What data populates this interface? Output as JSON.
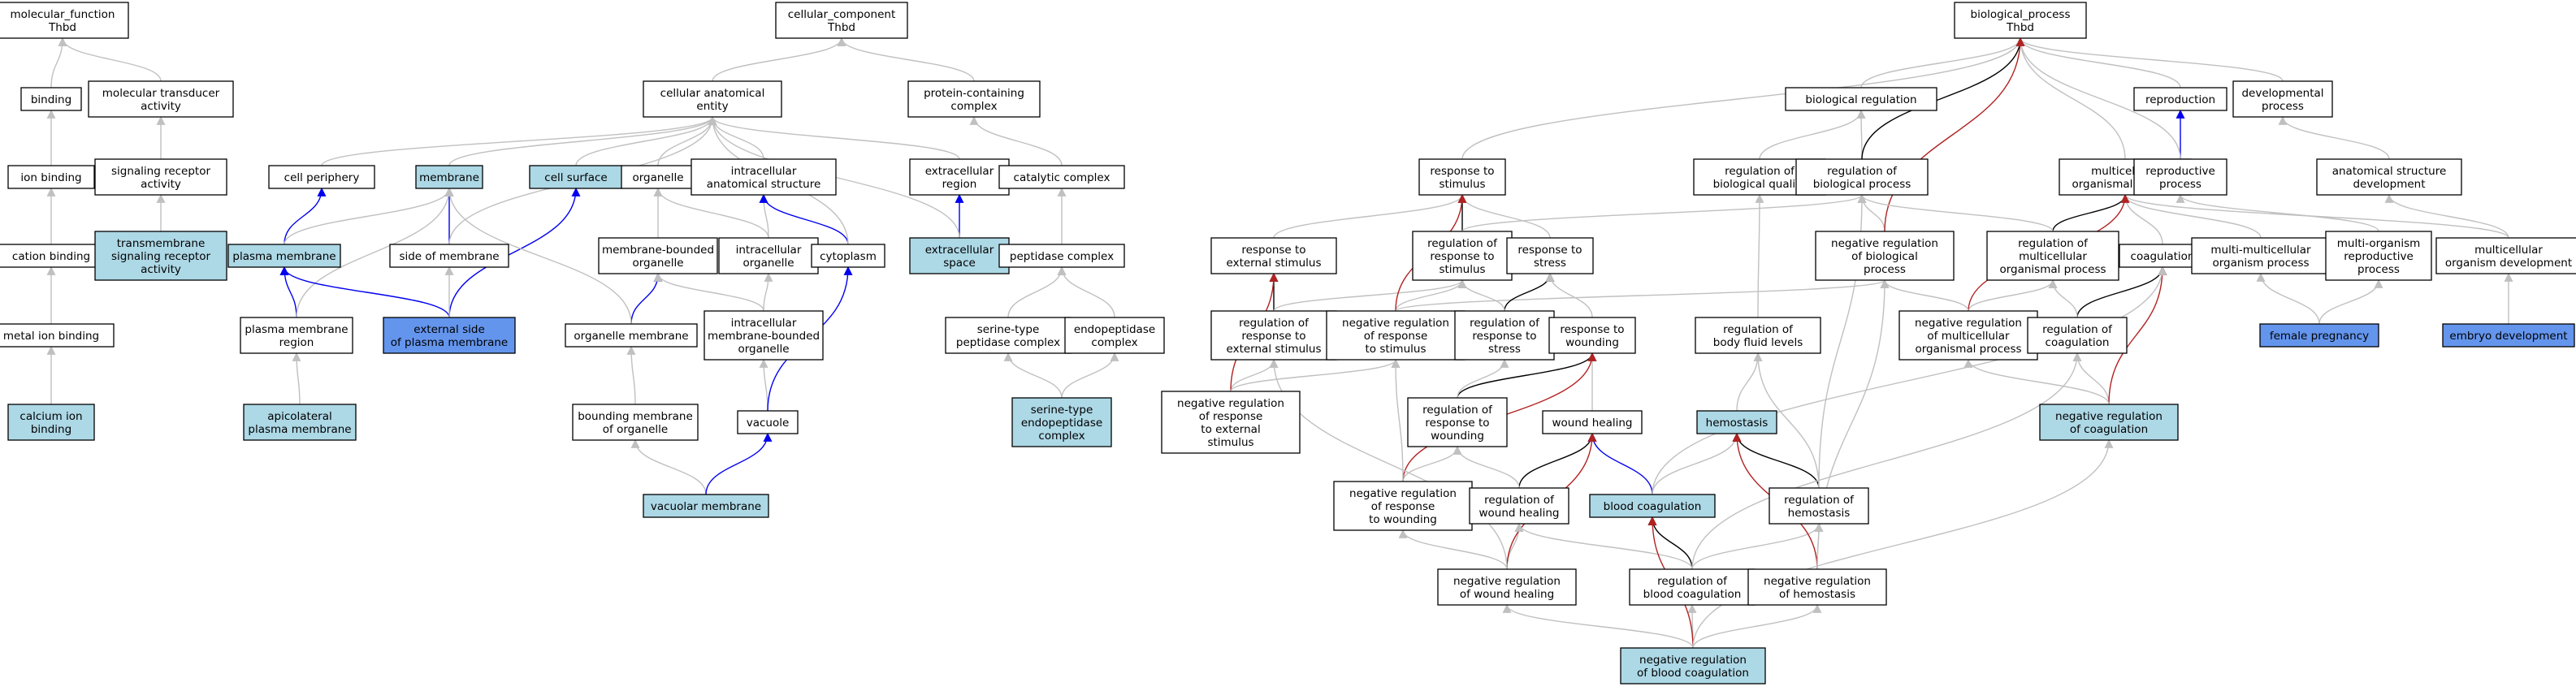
{
  "colors": {
    "plain": "#ffffff",
    "light": "#add8e6",
    "dark": "#6495ed",
    "is_a": "#c0c0c0",
    "part_of": "#0000ee",
    "regulates": "#000000",
    "neg_regulates": "#b22222"
  },
  "nodes": [
    {
      "id": "mf",
      "lines": [
        "molecular_function",
        "Thbd"
      ],
      "fill": "plain"
    },
    {
      "id": "binding",
      "lines": [
        "binding"
      ],
      "fill": "plain"
    },
    {
      "id": "mta",
      "lines": [
        "molecular transducer",
        "activity"
      ],
      "fill": "plain"
    },
    {
      "id": "ionb",
      "lines": [
        "ion binding"
      ],
      "fill": "plain"
    },
    {
      "id": "sra",
      "lines": [
        "signaling receptor",
        "activity"
      ],
      "fill": "plain"
    },
    {
      "id": "cationb",
      "lines": [
        "cation binding"
      ],
      "fill": "plain"
    },
    {
      "id": "tsra",
      "lines": [
        "transmembrane",
        "signaling receptor",
        "activity"
      ],
      "fill": "light"
    },
    {
      "id": "metalb",
      "lines": [
        "metal ion binding"
      ],
      "fill": "plain"
    },
    {
      "id": "calb",
      "lines": [
        "calcium ion",
        "binding"
      ],
      "fill": "light"
    },
    {
      "id": "cc",
      "lines": [
        "cellular_component",
        "Thbd"
      ],
      "fill": "plain"
    },
    {
      "id": "cae",
      "lines": [
        "cellular anatomical",
        "entity"
      ],
      "fill": "plain"
    },
    {
      "id": "pcc",
      "lines": [
        "protein-containing",
        "complex"
      ],
      "fill": "plain"
    },
    {
      "id": "cperiph",
      "lines": [
        "cell periphery"
      ],
      "fill": "plain"
    },
    {
      "id": "membrane",
      "lines": [
        "membrane"
      ],
      "fill": "light"
    },
    {
      "id": "csurf",
      "lines": [
        "cell surface"
      ],
      "fill": "light"
    },
    {
      "id": "organelle",
      "lines": [
        "organelle"
      ],
      "fill": "plain"
    },
    {
      "id": "ias",
      "lines": [
        "intracellular",
        "anatomical structure"
      ],
      "fill": "plain"
    },
    {
      "id": "exreg",
      "lines": [
        "extracellular",
        "region"
      ],
      "fill": "plain"
    },
    {
      "id": "catcx",
      "lines": [
        "catalytic complex"
      ],
      "fill": "plain"
    },
    {
      "id": "pm",
      "lines": [
        "plasma membrane"
      ],
      "fill": "light"
    },
    {
      "id": "som",
      "lines": [
        "side of membrane"
      ],
      "fill": "plain"
    },
    {
      "id": "mbo",
      "lines": [
        "membrane-bounded",
        "organelle"
      ],
      "fill": "plain"
    },
    {
      "id": "io",
      "lines": [
        "intracellular",
        "organelle"
      ],
      "fill": "plain"
    },
    {
      "id": "cyto",
      "lines": [
        "cytoplasm"
      ],
      "fill": "plain"
    },
    {
      "id": "exsp",
      "lines": [
        "extracellular",
        "space"
      ],
      "fill": "light"
    },
    {
      "id": "pepcx",
      "lines": [
        "peptidase complex"
      ],
      "fill": "plain"
    },
    {
      "id": "pmr",
      "lines": [
        "plasma membrane",
        "region"
      ],
      "fill": "plain"
    },
    {
      "id": "espm",
      "lines": [
        "external side",
        "of plasma membrane"
      ],
      "fill": "dark"
    },
    {
      "id": "om",
      "lines": [
        "organelle membrane"
      ],
      "fill": "plain"
    },
    {
      "id": "imbo",
      "lines": [
        "intracellular",
        "membrane-bounded",
        "organelle"
      ],
      "fill": "plain"
    },
    {
      "id": "stpc",
      "lines": [
        "serine-type",
        "peptidase complex"
      ],
      "fill": "plain"
    },
    {
      "id": "endopc",
      "lines": [
        "endopeptidase",
        "complex"
      ],
      "fill": "plain"
    },
    {
      "id": "apm",
      "lines": [
        "apicolateral",
        "plasma membrane"
      ],
      "fill": "light"
    },
    {
      "id": "bmo",
      "lines": [
        "bounding membrane",
        "of organelle"
      ],
      "fill": "plain"
    },
    {
      "id": "vacuole",
      "lines": [
        "vacuole"
      ],
      "fill": "plain"
    },
    {
      "id": "stec",
      "lines": [
        "serine-type",
        "endopeptidase",
        "complex"
      ],
      "fill": "light"
    },
    {
      "id": "vacm",
      "lines": [
        "vacuolar membrane"
      ],
      "fill": "light"
    },
    {
      "id": "bp",
      "lines": [
        "biological_process",
        "Thbd"
      ],
      "fill": "plain"
    },
    {
      "id": "bioreg",
      "lines": [
        "biological regulation"
      ],
      "fill": "plain"
    },
    {
      "id": "repro",
      "lines": [
        "reproduction"
      ],
      "fill": "plain"
    },
    {
      "id": "devp",
      "lines": [
        "developmental",
        "process"
      ],
      "fill": "plain"
    },
    {
      "id": "rts",
      "lines": [
        "response to",
        "stimulus"
      ],
      "fill": "plain"
    },
    {
      "id": "rbq",
      "lines": [
        "regulation of",
        "biological quality"
      ],
      "fill": "plain"
    },
    {
      "id": "rbp",
      "lines": [
        "regulation of",
        "biological process"
      ],
      "fill": "plain"
    },
    {
      "id": "mop",
      "lines": [
        "multicellular",
        "organismal process"
      ],
      "fill": "plain"
    },
    {
      "id": "rp",
      "lines": [
        "reproductive",
        "process"
      ],
      "fill": "plain"
    },
    {
      "id": "asd",
      "lines": [
        "anatomical structure",
        "development"
      ],
      "fill": "plain"
    },
    {
      "id": "rtes",
      "lines": [
        "response to",
        "external stimulus"
      ],
      "fill": "plain"
    },
    {
      "id": "rrts",
      "lines": [
        "regulation of",
        "response to",
        "stimulus"
      ],
      "fill": "plain"
    },
    {
      "id": "rtstress",
      "lines": [
        "response to",
        "stress"
      ],
      "fill": "plain"
    },
    {
      "id": "nrbp",
      "lines": [
        "negative regulation",
        "of biological",
        "process"
      ],
      "fill": "plain"
    },
    {
      "id": "rmop",
      "lines": [
        "regulation of",
        "multicellular",
        "organismal process"
      ],
      "fill": "plain"
    },
    {
      "id": "coag",
      "lines": [
        "coagulation"
      ],
      "fill": "plain"
    },
    {
      "id": "mmop",
      "lines": [
        "multi-multicellular",
        "organism process"
      ],
      "fill": "plain"
    },
    {
      "id": "morp",
      "lines": [
        "multi-organism",
        "reproductive",
        "process"
      ],
      "fill": "plain"
    },
    {
      "id": "mod",
      "lines": [
        "multicellular",
        "organism development"
      ],
      "fill": "plain"
    },
    {
      "id": "rrtes",
      "lines": [
        "regulation of",
        "response to",
        "external stimulus"
      ],
      "fill": "plain"
    },
    {
      "id": "nrrts",
      "lines": [
        "negative regulation",
        "of response",
        "to stimulus"
      ],
      "fill": "plain"
    },
    {
      "id": "rrtstress",
      "lines": [
        "regulation of",
        "response to",
        "stress"
      ],
      "fill": "plain"
    },
    {
      "id": "rtw",
      "lines": [
        "response to",
        "wounding"
      ],
      "fill": "plain"
    },
    {
      "id": "rbfl",
      "lines": [
        "regulation of",
        "body fluid levels"
      ],
      "fill": "plain"
    },
    {
      "id": "nrmop",
      "lines": [
        "negative regulation",
        "of multicellular",
        "organismal process"
      ],
      "fill": "plain"
    },
    {
      "id": "rcoag",
      "lines": [
        "regulation of",
        "coagulation"
      ],
      "fill": "plain"
    },
    {
      "id": "fpreg",
      "lines": [
        "female pregnancy"
      ],
      "fill": "dark"
    },
    {
      "id": "embdev",
      "lines": [
        "embryo development"
      ],
      "fill": "dark"
    },
    {
      "id": "nrrtes",
      "lines": [
        "negative regulation",
        "of response",
        "to external",
        "stimulus"
      ],
      "fill": "plain"
    },
    {
      "id": "rrtw",
      "lines": [
        "regulation of",
        "response to",
        "wounding"
      ],
      "fill": "plain"
    },
    {
      "id": "wh",
      "lines": [
        "wound healing"
      ],
      "fill": "plain"
    },
    {
      "id": "hemo",
      "lines": [
        "hemostasis"
      ],
      "fill": "light"
    },
    {
      "id": "nrcoag",
      "lines": [
        "negative regulation",
        "of coagulation"
      ],
      "fill": "light"
    },
    {
      "id": "nrrtw",
      "lines": [
        "negative regulation",
        "of response",
        "to wounding"
      ],
      "fill": "plain"
    },
    {
      "id": "rwh",
      "lines": [
        "regulation of",
        "wound healing"
      ],
      "fill": "plain"
    },
    {
      "id": "bcoag",
      "lines": [
        "blood coagulation"
      ],
      "fill": "light"
    },
    {
      "id": "rhemo",
      "lines": [
        "regulation of",
        "hemostasis"
      ],
      "fill": "plain"
    },
    {
      "id": "nrwh",
      "lines": [
        "negative regulation",
        "of wound healing"
      ],
      "fill": "plain"
    },
    {
      "id": "rbc",
      "lines": [
        "regulation of",
        "blood coagulation"
      ],
      "fill": "plain"
    },
    {
      "id": "nrhemo",
      "lines": [
        "negative regulation",
        "of hemostasis"
      ],
      "fill": "plain"
    },
    {
      "id": "nrbc",
      "lines": [
        "negative regulation",
        "of blood coagulation"
      ],
      "fill": "light"
    }
  ],
  "edges": [
    {
      "from": "binding",
      "to": "mf",
      "type": "is_a"
    },
    {
      "from": "mta",
      "to": "mf",
      "type": "is_a"
    },
    {
      "from": "ionb",
      "to": "binding",
      "type": "is_a"
    },
    {
      "from": "sra",
      "to": "mta",
      "type": "is_a"
    },
    {
      "from": "cationb",
      "to": "ionb",
      "type": "is_a"
    },
    {
      "from": "tsra",
      "to": "sra",
      "type": "is_a"
    },
    {
      "from": "metalb",
      "to": "cationb",
      "type": "is_a"
    },
    {
      "from": "calb",
      "to": "metalb",
      "type": "is_a"
    },
    {
      "from": "cae",
      "to": "cc",
      "type": "is_a"
    },
    {
      "from": "pcc",
      "to": "cc",
      "type": "is_a"
    },
    {
      "from": "cperiph",
      "to": "cae",
      "type": "is_a"
    },
    {
      "from": "membrane",
      "to": "cae",
      "type": "is_a"
    },
    {
      "from": "csurf",
      "to": "cae",
      "type": "is_a"
    },
    {
      "from": "organelle",
      "to": "cae",
      "type": "is_a"
    },
    {
      "from": "ias",
      "to": "cae",
      "type": "is_a"
    },
    {
      "from": "exreg",
      "to": "cae",
      "type": "is_a"
    },
    {
      "from": "catcx",
      "to": "pcc",
      "type": "is_a"
    },
    {
      "from": "pm",
      "to": "cperiph",
      "type": "part_of"
    },
    {
      "from": "pm",
      "to": "membrane",
      "type": "is_a"
    },
    {
      "from": "som",
      "to": "membrane",
      "type": "part_of"
    },
    {
      "from": "som",
      "to": "cae",
      "type": "is_a"
    },
    {
      "from": "mbo",
      "to": "organelle",
      "type": "is_a"
    },
    {
      "from": "io",
      "to": "organelle",
      "type": "is_a"
    },
    {
      "from": "io",
      "to": "ias",
      "type": "is_a"
    },
    {
      "from": "cyto",
      "to": "ias",
      "type": "part_of"
    },
    {
      "from": "cyto",
      "to": "cae",
      "type": "is_a"
    },
    {
      "from": "exsp",
      "to": "exreg",
      "type": "part_of"
    },
    {
      "from": "exsp",
      "to": "cae",
      "type": "is_a"
    },
    {
      "from": "pepcx",
      "to": "catcx",
      "type": "is_a"
    },
    {
      "from": "pmr",
      "to": "pm",
      "type": "part_of"
    },
    {
      "from": "pmr",
      "to": "membrane",
      "type": "is_a"
    },
    {
      "from": "espm",
      "to": "pm",
      "type": "part_of"
    },
    {
      "from": "espm",
      "to": "csurf",
      "type": "part_of"
    },
    {
      "from": "espm",
      "to": "som",
      "type": "is_a"
    },
    {
      "from": "om",
      "to": "mbo",
      "type": "part_of"
    },
    {
      "from": "om",
      "to": "membrane",
      "type": "is_a"
    },
    {
      "from": "imbo",
      "to": "mbo",
      "type": "is_a"
    },
    {
      "from": "imbo",
      "to": "io",
      "type": "is_a"
    },
    {
      "from": "stpc",
      "to": "pepcx",
      "type": "is_a"
    },
    {
      "from": "endopc",
      "to": "pepcx",
      "type": "is_a"
    },
    {
      "from": "apm",
      "to": "pmr",
      "type": "is_a"
    },
    {
      "from": "bmo",
      "to": "om",
      "type": "is_a"
    },
    {
      "from": "vacuole",
      "to": "imbo",
      "type": "is_a"
    },
    {
      "from": "vacuole",
      "to": "cyto",
      "type": "part_of"
    },
    {
      "from": "stec",
      "to": "stpc",
      "type": "is_a"
    },
    {
      "from": "stec",
      "to": "endopc",
      "type": "is_a"
    },
    {
      "from": "vacm",
      "to": "bmo",
      "type": "is_a"
    },
    {
      "from": "vacm",
      "to": "vacuole",
      "type": "part_of"
    },
    {
      "from": "bioreg",
      "to": "bp",
      "type": "is_a"
    },
    {
      "from": "repro",
      "to": "bp",
      "type": "is_a"
    },
    {
      "from": "devp",
      "to": "bp",
      "type": "is_a"
    },
    {
      "from": "rts",
      "to": "bp",
      "type": "is_a"
    },
    {
      "from": "rbq",
      "to": "bioreg",
      "type": "is_a"
    },
    {
      "from": "rbp",
      "to": "bioreg",
      "type": "is_a"
    },
    {
      "from": "rbp",
      "to": "bp",
      "type": "regulates"
    },
    {
      "from": "mop",
      "to": "bp",
      "type": "is_a"
    },
    {
      "from": "rp",
      "to": "repro",
      "type": "part_of"
    },
    {
      "from": "rp",
      "to": "bp",
      "type": "is_a"
    },
    {
      "from": "asd",
      "to": "devp",
      "type": "is_a"
    },
    {
      "from": "rtes",
      "to": "rts",
      "type": "is_a"
    },
    {
      "from": "rrts",
      "to": "rts",
      "type": "regulates"
    },
    {
      "from": "rrts",
      "to": "rbp",
      "type": "is_a"
    },
    {
      "from": "rtstress",
      "to": "rts",
      "type": "is_a"
    },
    {
      "from": "nrbp",
      "to": "rbp",
      "type": "is_a"
    },
    {
      "from": "nrbp",
      "to": "bp",
      "type": "neg_regulates"
    },
    {
      "from": "rmop",
      "to": "mop",
      "type": "regulates"
    },
    {
      "from": "rmop",
      "to": "rbp",
      "type": "is_a"
    },
    {
      "from": "coag",
      "to": "mop",
      "type": "is_a"
    },
    {
      "from": "mmop",
      "to": "mop",
      "type": "is_a"
    },
    {
      "from": "morp",
      "to": "rp",
      "type": "is_a"
    },
    {
      "from": "mod",
      "to": "asd",
      "type": "is_a"
    },
    {
      "from": "mod",
      "to": "mop",
      "type": "is_a"
    },
    {
      "from": "rrtes",
      "to": "rtes",
      "type": "regulates"
    },
    {
      "from": "rrtes",
      "to": "rrts",
      "type": "is_a"
    },
    {
      "from": "nrrts",
      "to": "rrts",
      "type": "is_a"
    },
    {
      "from": "nrrts",
      "to": "rts",
      "type": "neg_regulates"
    },
    {
      "from": "nrrts",
      "to": "nrbp",
      "type": "is_a"
    },
    {
      "from": "rrtstress",
      "to": "rtstress",
      "type": "regulates"
    },
    {
      "from": "rrtstress",
      "to": "rrts",
      "type": "is_a"
    },
    {
      "from": "rtw",
      "to": "rtstress",
      "type": "is_a"
    },
    {
      "from": "rbfl",
      "to": "rbq",
      "type": "is_a"
    },
    {
      "from": "nrmop",
      "to": "rmop",
      "type": "is_a"
    },
    {
      "from": "nrmop",
      "to": "mop",
      "type": "neg_regulates"
    },
    {
      "from": "nrmop",
      "to": "nrbp",
      "type": "is_a"
    },
    {
      "from": "rcoag",
      "to": "coag",
      "type": "regulates"
    },
    {
      "from": "rcoag",
      "to": "rmop",
      "type": "is_a"
    },
    {
      "from": "fpreg",
      "to": "mmop",
      "type": "is_a"
    },
    {
      "from": "fpreg",
      "to": "morp",
      "type": "is_a"
    },
    {
      "from": "embdev",
      "to": "mod",
      "type": "is_a"
    },
    {
      "from": "nrrtes",
      "to": "rrtes",
      "type": "is_a"
    },
    {
      "from": "nrrtes",
      "to": "rtes",
      "type": "neg_regulates"
    },
    {
      "from": "nrrtes",
      "to": "nrrts",
      "type": "is_a"
    },
    {
      "from": "rrtw",
      "to": "rtw",
      "type": "regulates"
    },
    {
      "from": "rrtw",
      "to": "rrtstress",
      "type": "is_a"
    },
    {
      "from": "wh",
      "to": "rtw",
      "type": "is_a"
    },
    {
      "from": "hemo",
      "to": "rbfl",
      "type": "is_a"
    },
    {
      "from": "nrcoag",
      "to": "rcoag",
      "type": "is_a"
    },
    {
      "from": "nrcoag",
      "to": "coag",
      "type": "neg_regulates"
    },
    {
      "from": "nrcoag",
      "to": "nrmop",
      "type": "is_a"
    },
    {
      "from": "nrrtw",
      "to": "rrtw",
      "type": "is_a"
    },
    {
      "from": "nrrtw",
      "to": "rtw",
      "type": "neg_regulates"
    },
    {
      "from": "nrrtw",
      "to": "nrrts",
      "type": "is_a"
    },
    {
      "from": "rwh",
      "to": "wh",
      "type": "regulates"
    },
    {
      "from": "rwh",
      "to": "rrtw",
      "type": "is_a"
    },
    {
      "from": "bcoag",
      "to": "wh",
      "type": "part_of"
    },
    {
      "from": "bcoag",
      "to": "hemo",
      "type": "is_a"
    },
    {
      "from": "bcoag",
      "to": "coag",
      "type": "is_a"
    },
    {
      "from": "rhemo",
      "to": "hemo",
      "type": "regulates"
    },
    {
      "from": "rhemo",
      "to": "rbfl",
      "type": "is_a"
    },
    {
      "from": "rhemo",
      "to": "rbp",
      "type": "is_a"
    },
    {
      "from": "nrwh",
      "to": "rwh",
      "type": "is_a"
    },
    {
      "from": "nrwh",
      "to": "wh",
      "type": "neg_regulates"
    },
    {
      "from": "nrwh",
      "to": "nrrtw",
      "type": "is_a"
    },
    {
      "from": "nrwh",
      "to": "rrtes",
      "type": "is_a"
    },
    {
      "from": "rbc",
      "to": "bcoag",
      "type": "regulates"
    },
    {
      "from": "rbc",
      "to": "rwh",
      "type": "is_a"
    },
    {
      "from": "rbc",
      "to": "rcoag",
      "type": "is_a"
    },
    {
      "from": "rbc",
      "to": "rhemo",
      "type": "is_a"
    },
    {
      "from": "nrhemo",
      "to": "rhemo",
      "type": "is_a"
    },
    {
      "from": "nrhemo",
      "to": "hemo",
      "type": "neg_regulates"
    },
    {
      "from": "nrhemo",
      "to": "nrbp",
      "type": "is_a"
    },
    {
      "from": "nrbc",
      "to": "rbc",
      "type": "is_a"
    },
    {
      "from": "nrbc",
      "to": "bcoag",
      "type": "neg_regulates"
    },
    {
      "from": "nrbc",
      "to": "nrwh",
      "type": "is_a"
    },
    {
      "from": "nrbc",
      "to": "nrhemo",
      "type": "is_a"
    },
    {
      "from": "nrbc",
      "to": "nrcoag",
      "type": "is_a"
    }
  ]
}
